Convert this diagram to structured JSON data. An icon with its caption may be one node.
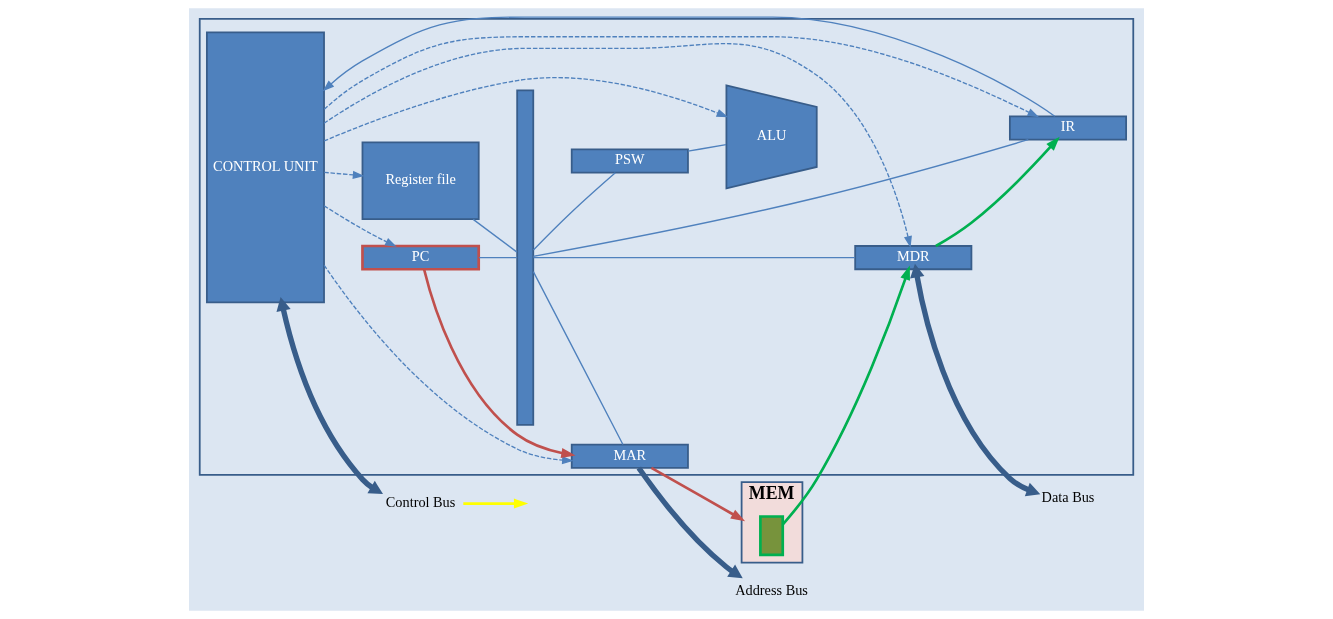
{
  "diagram": {
    "nodes": [
      {
        "text": [],
        "shape": "box"
      },
      {
        "text": [
          "CONTROL UNIT"
        ],
        "in": 0
      },
      {
        "text": [
          "Register file"
        ],
        "in": 0
      },
      {
        "text": [],
        "shape": "bar",
        "in": 0
      },
      {
        "text": [
          "PSW"
        ],
        "in": 0
      },
      {
        "text": [
          "ALU"
        ],
        "in": 0
      },
      {
        "text": [
          "IR"
        ],
        "in": 0
      },
      {
        "text": [
          "PC"
        ],
        "in": 0
      },
      {
        "text": [
          "MDR"
        ],
        "in": 0
      },
      {
        "text": [
          "MAR"
        ],
        "in": 0
      },
      {
        "text": [
          "MEM"
        ]
      },
      {
        "text": [],
        "shape": "box",
        "in": 10
      },
      {
        "text": [
          "Data Bus"
        ]
      },
      {
        "text": [
          "Address Bus"
        ]
      },
      {
        "text": [
          "Control Bus"
        ]
      }
    ],
    "edges": [
      {
        "from": 1,
        "to": 2,
        "arrow": "to",
        "style": "dashed"
      },
      {
        "from": 1,
        "to": 5,
        "arrow": "to",
        "style": "dashed"
      },
      {
        "from": 6,
        "to": 1,
        "arrow": "to"
      },
      {
        "from": 1,
        "to": 6,
        "arrow": "to",
        "style": "dashed"
      },
      {
        "from": 1,
        "to": 8,
        "arrow": "to",
        "style": "dashed"
      },
      {
        "from": 1,
        "to": 7,
        "arrow": "to",
        "style": "dashed"
      },
      {
        "from": 1,
        "to": 9,
        "arrow": "to",
        "style": "dashed"
      },
      {
        "from": 2,
        "to": 3,
        "arrow": "none"
      },
      {
        "from": 3,
        "to": 4,
        "arrow": "none"
      },
      {
        "from": 4,
        "to": 5,
        "arrow": "none"
      },
      {
        "from": 6,
        "to": 3,
        "arrow": "none"
      },
      {
        "from": 3,
        "to": 8,
        "arrow": "none"
      },
      {
        "from": 7,
        "to": 3,
        "arrow": "none"
      },
      {
        "from": 3,
        "to": 9,
        "arrow": "none"
      },
      {
        "from": 11,
        "to": 8,
        "arrow": "to",
        "color": "#00b050"
      },
      {
        "from": 8,
        "to": 6,
        "arrow": "to",
        "color": "#00b050"
      },
      {
        "from": 7,
        "to": 9,
        "arrow": "to",
        "color": "#c0504d"
      },
      {
        "from": 9,
        "to": 10,
        "arrow": "to",
        "color": "#c0504d"
      },
      {
        "from": 8,
        "to": 12,
        "arrow": "both",
        "style": "thick"
      },
      {
        "from": 9,
        "to": 13,
        "arrow": "to",
        "style": "thick"
      },
      {
        "from": 1,
        "to": 14,
        "arrow": "both",
        "style": "thick"
      },
      {
        "from": 14,
        "to": null,
        "arrow": "to",
        "color": "#ffff00"
      }
    ]
  }
}
